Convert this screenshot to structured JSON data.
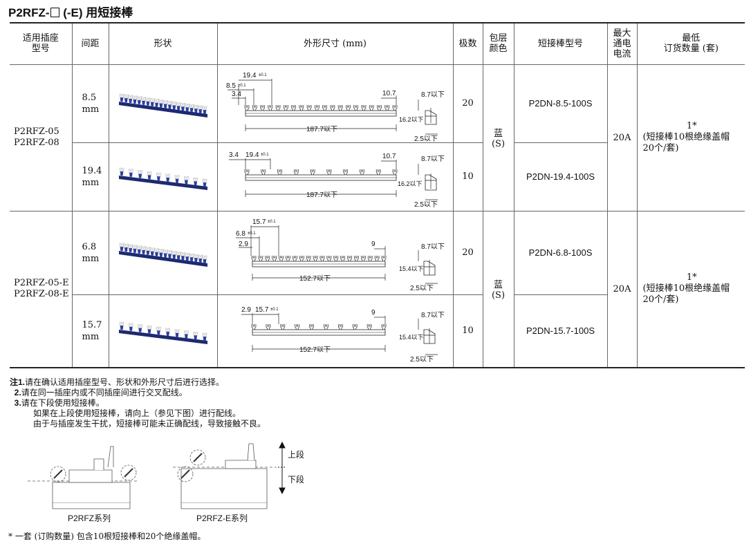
{
  "title": {
    "pre": "P2RFZ-",
    "post": " (-E) 用短接棒"
  },
  "headers": {
    "model": [
      "适用插座",
      "型号"
    ],
    "pitch": "间距",
    "shape": "形状",
    "dimensions": "外形尺寸 (mm)",
    "poles": "极数",
    "color": [
      "包层",
      "颜色"
    ],
    "part": "短接棒型号",
    "current": [
      "最大",
      "通电",
      "电流"
    ],
    "moq": [
      "最低",
      "订货数量 (套)"
    ]
  },
  "groups": [
    {
      "models": [
        "P2RFZ-05",
        "P2RFZ-08"
      ],
      "color": [
        "蓝",
        "(S)"
      ],
      "current": "20A",
      "moq": {
        "qty": "1*",
        "note": "(短接棒10根绝缘盖帽20个/套)"
      },
      "rows": [
        {
          "pitch": [
            "8.5",
            "mm"
          ],
          "poles": "20",
          "part": "P2DN-8.5-100S",
          "dims": {
            "pitch_a": "19.4",
            "tol_a": "±0.1",
            "pitch_b": "8.5",
            "tol_b": "±0.1",
            "edge": "3.4",
            "right": "10.7",
            "length": "187.7以下",
            "h1": "8.7以下",
            "h2": "16.2以下",
            "w": "2.5以下"
          }
        },
        {
          "pitch": [
            "19.4",
            "mm"
          ],
          "poles": "10",
          "part": "P2DN-19.4-100S",
          "dims": {
            "pitch_a": "19.4",
            "tol_a": "±0.1",
            "edge": "3.4",
            "right": "10.7",
            "length": "187.7以下",
            "h1": "8.7以下",
            "h2": "16.2以下",
            "w": "2.5以下"
          }
        }
      ]
    },
    {
      "models": [
        "P2RFZ-05-E",
        "P2RFZ-08-E"
      ],
      "color": [
        "蓝",
        "(S)"
      ],
      "current": "20A",
      "moq": {
        "qty": "1*",
        "note": "(短接棒10根绝缘盖帽20个/套)"
      },
      "rows": [
        {
          "pitch": [
            "6.8",
            "mm"
          ],
          "poles": "20",
          "part": "P2DN-6.8-100S",
          "dims": {
            "pitch_a": "15.7",
            "tol_a": "±0.1",
            "pitch_b": "6.8",
            "tol_b": "±0.1",
            "edge": "2.9",
            "right": "9",
            "length": "152.7以下",
            "h1": "8.7以下",
            "h2": "15.4以下",
            "w": "2.5以下"
          }
        },
        {
          "pitch": [
            "15.7",
            "mm"
          ],
          "poles": "10",
          "part": "P2DN-15.7-100S",
          "dims": {
            "pitch_a": "15.7",
            "tol_a": "±0.1",
            "edge": "2.9",
            "right": "9",
            "length": "152.7以下",
            "h1": "8.7以下",
            "h2": "15.4以下",
            "w": "2.5以下"
          }
        }
      ]
    }
  ],
  "notes": [
    {
      "label": "注1.",
      "text": "请在确认适用插座型号、形状和外形尺寸后进行选择。"
    },
    {
      "label": "  2.",
      "text": "请在同一插座内或不同插座间进行交叉配线。"
    },
    {
      "label": "  3.",
      "text": "请在下段使用短接棒。"
    }
  ],
  "note_extra": [
    "如果在上段使用短接棒，请向上（参见下图）进行配线。",
    "由于与插座发生干扰，短接棒可能未正确配线，导致接触不良。"
  ],
  "figures": {
    "left_label": "P2RFZ系列",
    "right_label": "P2RFZ-E系列",
    "upper": "上段",
    "lower": "下段"
  },
  "footnote": "* 一套 (订购数量) 包含10根短接棒和20个绝缘盖帽。",
  "colors": {
    "bar_blue": "#2c3f9a",
    "bar_dark": "#1d2a70",
    "rule": "#222222",
    "cell_border": "#666666"
  }
}
